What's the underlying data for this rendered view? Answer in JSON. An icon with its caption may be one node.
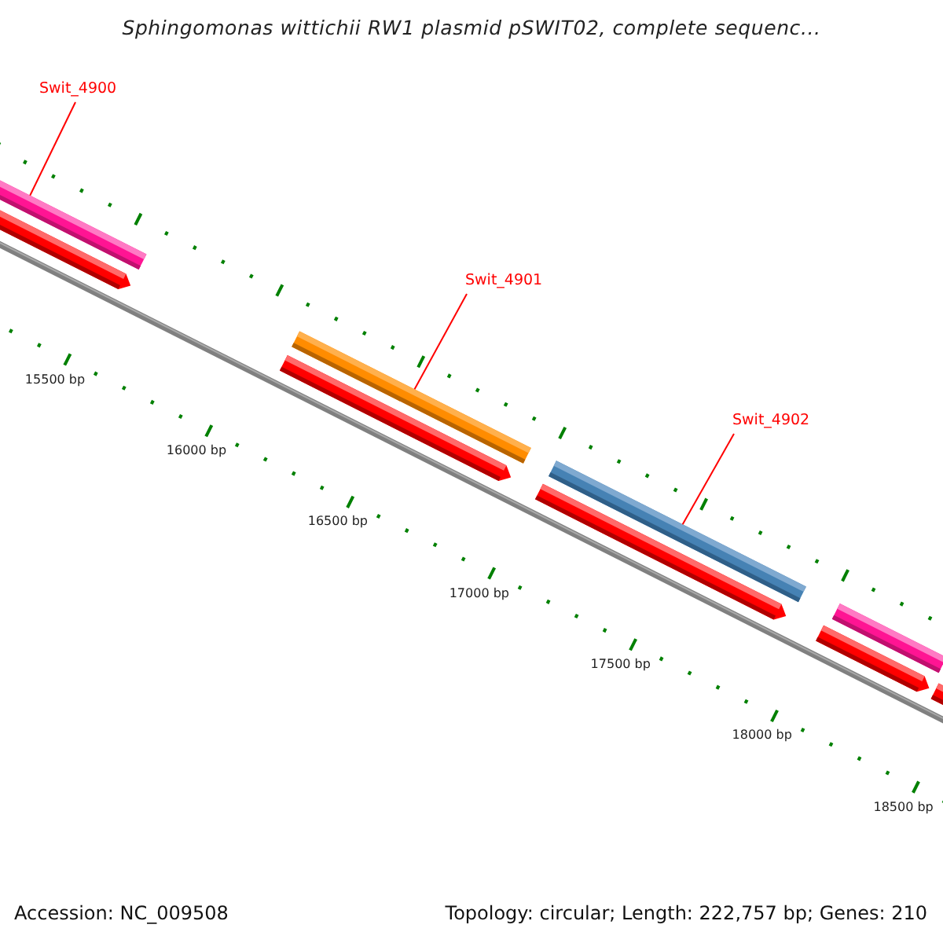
{
  "diagram": {
    "title": "Sphingomonas wittichii RW1 plasmid pSWIT02, complete sequenc...",
    "nodes": [
      {
        "text": [
          "Swit_4900"
        ]
      },
      {
        "text": [],
        "shape": "bar"
      },
      {
        "text": [],
        "shape": "arrow"
      },
      {
        "text": [
          "Swit_4901"
        ]
      },
      {
        "text": [],
        "shape": "bar"
      },
      {
        "text": [],
        "shape": "arrow"
      },
      {
        "text": [
          "Swit_4902"
        ]
      },
      {
        "text": [],
        "shape": "bar"
      },
      {
        "text": [],
        "shape": "arrow"
      },
      {
        "text": [],
        "shape": "bar"
      },
      {
        "text": [],
        "shape": "arrow"
      },
      {
        "text": [],
        "shape": "arrow"
      }
    ],
    "edges": [
      {
        "from": 0,
        "to": 1,
        "arrow": "none"
      },
      {
        "from": 3,
        "to": 4,
        "arrow": "none"
      },
      {
        "from": 6,
        "to": 7,
        "arrow": "none"
      }
    ],
    "labels": [
      "15500 bp",
      "16000 bp",
      "16500 bp",
      "17000 bp",
      "17500 bp",
      "18000 bp",
      "18500 bp",
      "Accession: NC_009508",
      "Topology: circular; Length: 222,757 bp; Genes: 210"
    ]
  }
}
